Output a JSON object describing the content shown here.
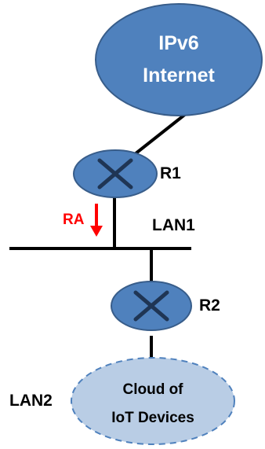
{
  "nodes": {
    "internet": {
      "line1": "IPv6",
      "line2": "Internet"
    },
    "r1": {
      "label": "R1"
    },
    "r2": {
      "label": "R2"
    },
    "cloud": {
      "line1": "Cloud of",
      "line2": "IoT Devices"
    }
  },
  "labels": {
    "lan1": "LAN1",
    "lan2": "LAN2",
    "ra": "RA"
  },
  "colors": {
    "node_fill": "#4f81bd",
    "node_stroke": "#385d8a",
    "cloud_fill": "#b9cde5",
    "router_x": "#1f3554",
    "line": "#000000",
    "ra_arrow": "#ff0000",
    "text": "#000000",
    "internet_text": "#ffffff"
  }
}
